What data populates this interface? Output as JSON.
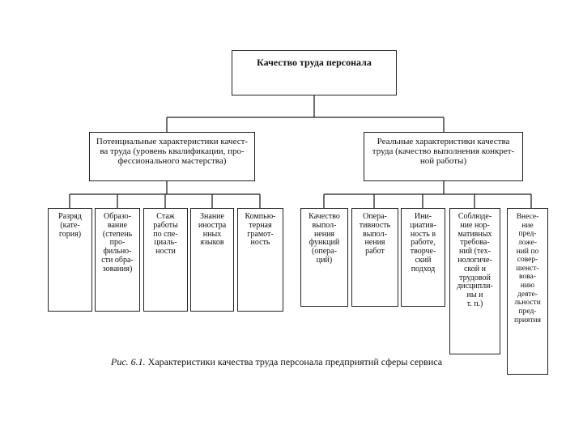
{
  "diagram": {
    "root": {
      "label": "Качество труда персонала"
    },
    "categories": [
      {
        "label": "Потенциальные характеристики качест-\nва труда (уровень квалификации, про-\nфессионального мастерства)"
      },
      {
        "label": "Реальные характеристики качества\nтруда (качество выполнения конкрет-\nной работы)"
      }
    ],
    "potential_items": [
      {
        "label": "Разряд\n(кате-\nгория)"
      },
      {
        "label": "Образо-\nвание\n(степень\nпро-\nфильно-\nсти обра-\nзования)"
      },
      {
        "label": "Стаж\nработы\nпо спе-\nциаль-\nности"
      },
      {
        "label": "Знание\nиностра\nнных\nязыков"
      },
      {
        "label": "Компью-\nтерная\nграмот-\nность"
      }
    ],
    "real_items": [
      {
        "label": "Качество\nвыпол-\nнения\nфункций\n(опера-\nций)"
      },
      {
        "label": "Опера-\nтивность\nвыпол-\nнения\nработ"
      },
      {
        "label": "Ини-\nциатив-\nность в\nработе,\nтворче-\nский\nподход"
      },
      {
        "label": "Соблюде-\nние нор-\nмативных\nтребова-\nний (тех-\nнологиче-\nской и\nтрудовой\nдисципли-\nны и\nт. п.)"
      },
      {
        "label": "Внесе-\nние\nпред-\nложе-\nний по\nсовер-\nшенст-\nвова-\nнию\nдеяте-\nльности\nпред-\nприятия"
      }
    ]
  },
  "caption": {
    "figure_ref": "Рис. 6.1.",
    "text": " Характеристики качества труда персонала предприятий сферы сервиса"
  }
}
